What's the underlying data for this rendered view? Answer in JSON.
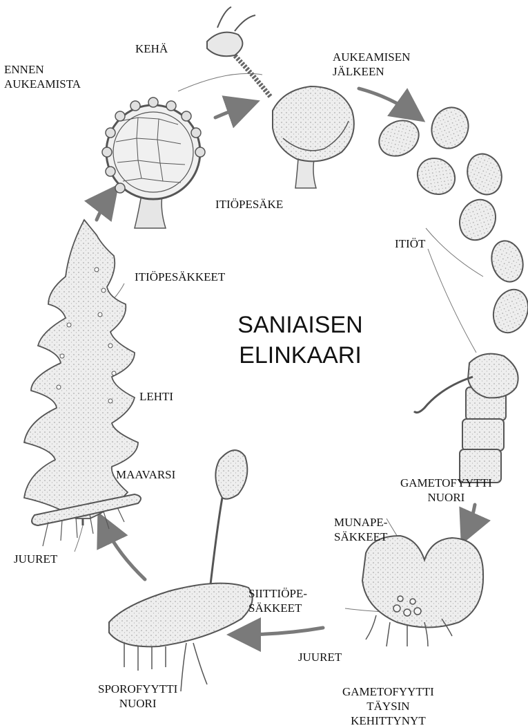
{
  "title": {
    "line1": "SANIAISEN",
    "line2": "ELINKAARI"
  },
  "labels": {
    "keha": "KEHÄ",
    "ennen": {
      "line1": "ENNEN",
      "line2": "AUKEAMISTA"
    },
    "aukeamisen": {
      "line1": "AUKEAMISEN",
      "line2": "JÄLKEEN"
    },
    "itiopesake": "ITIÖPESÄKE",
    "itiot": "ITIÖT",
    "itiopesakkeet": "ITIÖPESÄKKEET",
    "lehti": "LEHTI",
    "maavarsi": "MAAVARSI",
    "juuret_left": "JUURET",
    "gametofyytti_nuori": {
      "line1": "GAMETOFYYTTI",
      "line2": "NUORI"
    },
    "munapesakkeet": {
      "line1": "MUNAPE-",
      "line2": "SÄKKEET"
    },
    "siittiopesakkeet": {
      "line1": "SIITTIÖPE-",
      "line2": "SÄKKEET"
    },
    "juuret_bottom": "JUURET",
    "sporofyytti_nuori": {
      "line1": "SPOROFYYTTI",
      "line2": "NUORI"
    },
    "gametofyytti_taysin": {
      "line1": "GAMETOFYYTTI",
      "line2": "TÄYSIN",
      "line3": "KEHITTYNYT"
    }
  },
  "colors": {
    "ink": "#5a5a5a",
    "fill": "#ebebeb",
    "arrow": "#7a7a7a",
    "text": "#111111"
  }
}
